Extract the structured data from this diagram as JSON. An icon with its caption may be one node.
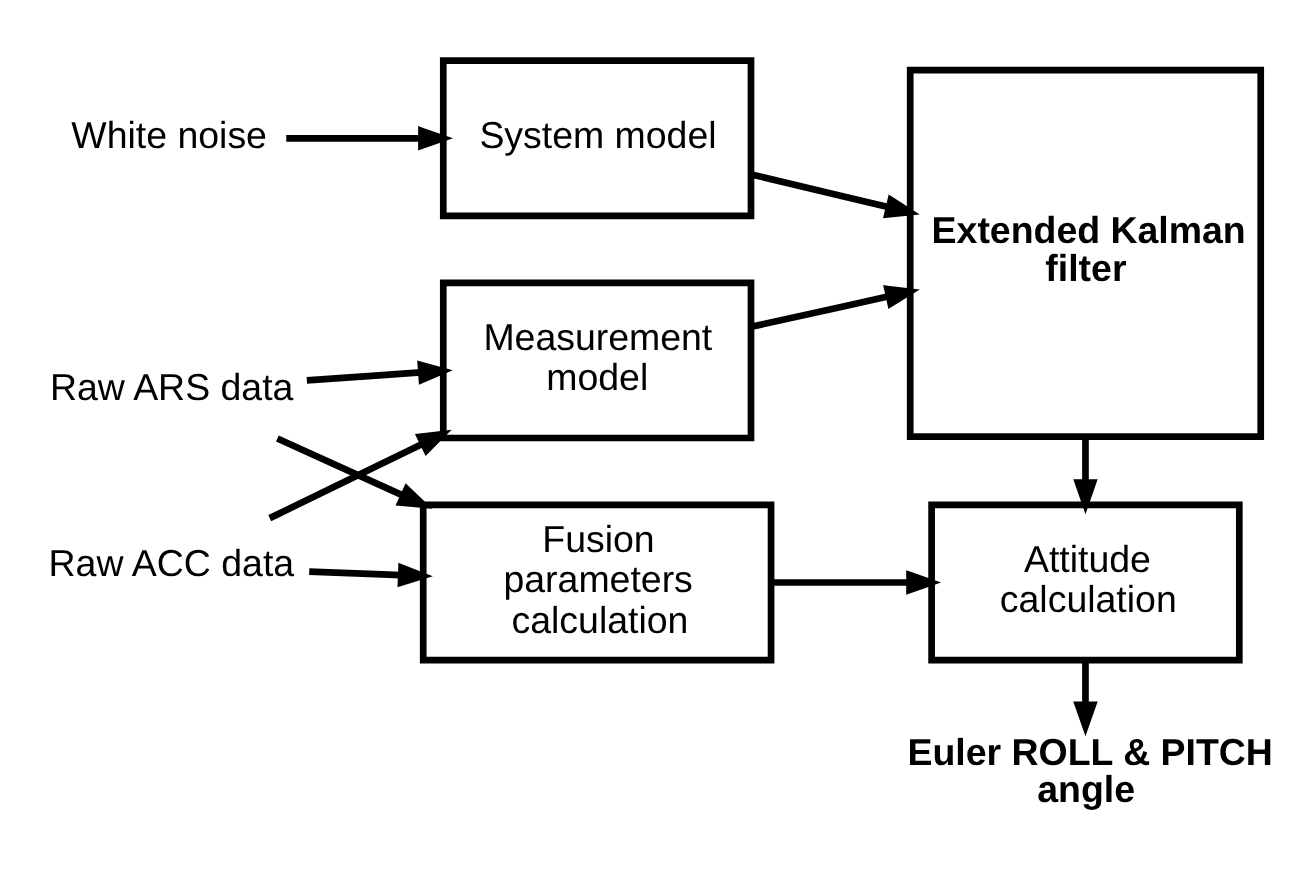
{
  "diagram": {
    "nodes": [
      {
        "text": [
          "White noise"
        ]
      },
      {
        "text": [
          "System model"
        ]
      },
      {
        "text": [
          "Extended Kalman filter"
        ]
      },
      {
        "text": [
          "Raw ARS data"
        ]
      },
      {
        "text": [
          "Raw ACC data"
        ]
      },
      {
        "text": [
          "Measurement model"
        ]
      },
      {
        "text": [
          "Fusion parameters calculation"
        ]
      },
      {
        "text": [
          "Attitude calculation"
        ]
      },
      {
        "text": [
          "Euler ROLL & PITCH angle"
        ]
      }
    ],
    "edges": [
      {
        "from": 0,
        "to": 1,
        "arrow": "to"
      },
      {
        "from": 1,
        "to": 2,
        "arrow": "to"
      },
      {
        "from": 3,
        "to": 5,
        "arrow": "to"
      },
      {
        "from": 4,
        "to": 5,
        "arrow": "to"
      },
      {
        "from": 3,
        "to": 6,
        "arrow": "to"
      },
      {
        "from": 4,
        "to": 6,
        "arrow": "to"
      },
      {
        "from": 5,
        "to": 2,
        "arrow": "to"
      },
      {
        "from": 2,
        "to": 7,
        "arrow": "to"
      },
      {
        "from": 6,
        "to": 7,
        "arrow": "to"
      },
      {
        "from": 7,
        "to": 8,
        "arrow": "to"
      }
    ]
  }
}
